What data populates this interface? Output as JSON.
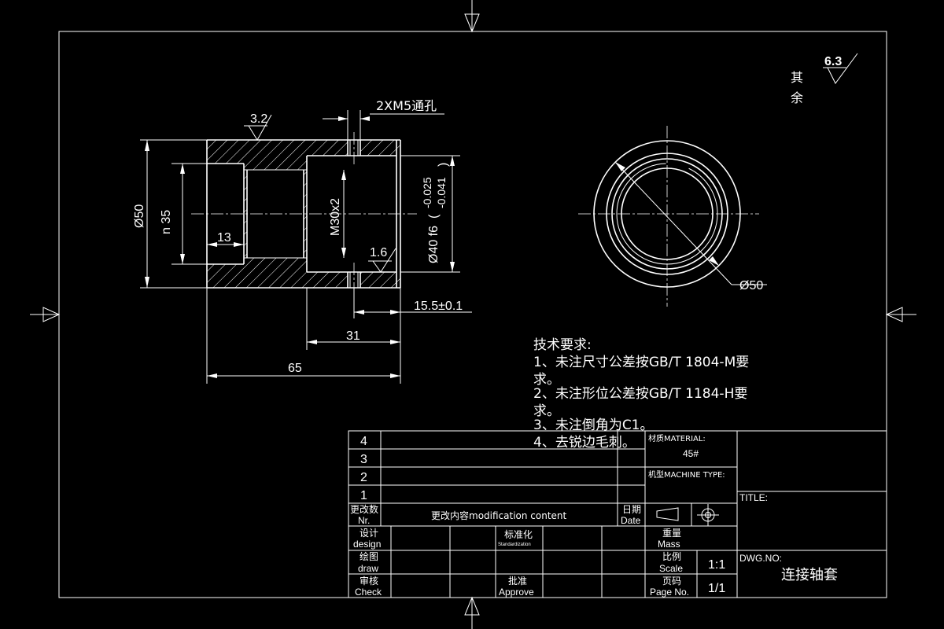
{
  "roughness": {
    "general": "3.2",
    "face": "1.6",
    "remaining_value": "6.3",
    "remaining_label_1": "其",
    "remaining_label_2": "余"
  },
  "dimensions": {
    "through_hole": "2XM5通孔",
    "outer_dia": "Ø50",
    "recess_dia": "n 35",
    "recess_depth": "13",
    "thread": "M30x2",
    "fit_dia": "Ø40 f6",
    "tol_upper": "-0.025",
    "tol_lower": "-0.041",
    "hole_pos": "15.5±0.1",
    "step_len": "31",
    "total_len": "65",
    "side_dia": "Ø50"
  },
  "tech_requirements": {
    "heading": "技术要求:",
    "line1": "1、未注尺寸公差按GB/T 1804-M要",
    "line1b": "求。",
    "line2": "2、未注形位公差按GB/T 1184-H要",
    "line2b": "求。",
    "line3": "3、未注倒角为C1。",
    "line4": "4、去锐边毛刺。"
  },
  "title_block": {
    "rev_numbers": [
      "4",
      "3",
      "2",
      "1"
    ],
    "rev_no_cn": "更改数",
    "rev_no_en": "Nr.",
    "mod_content": "更改内容modification content",
    "date_cn": "日期",
    "date_en": "Date",
    "material_label": "材质MATERIAL:",
    "material_value": "45#",
    "machine_type": "机型MACHINE TYPE:",
    "title_label": "TITLE:",
    "design_cn": "设计",
    "design_en": "design",
    "standard_cn": "标准化",
    "standard_en": "Standardization",
    "mass_cn": "重量",
    "mass_en": "Mass",
    "dwg_label": "DWG.NO:",
    "draw_cn": "绘图",
    "draw_en": "draw",
    "scale_cn": "比例",
    "scale_en": "Scale",
    "scale_value": "1:1",
    "check_cn": "审核",
    "check_en": "Check",
    "approve_cn": "批准",
    "approve_en": "Approve",
    "page_cn": "页码",
    "page_en": "Page No.",
    "page_value": "1/1",
    "part_name": "连接轴套"
  }
}
